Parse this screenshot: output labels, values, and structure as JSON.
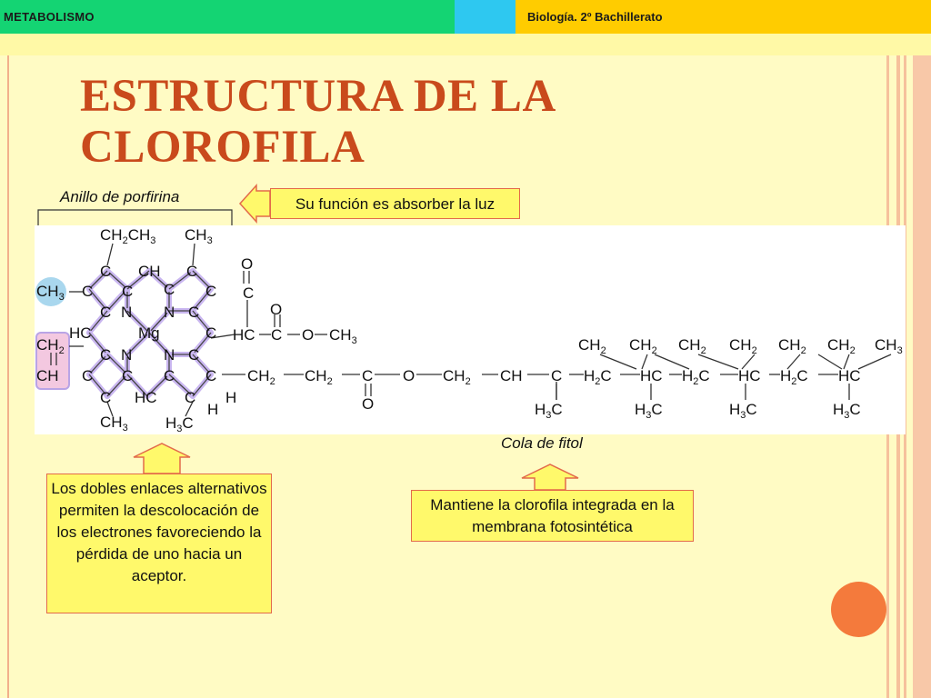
{
  "header": {
    "left_label": "METABOLISMO",
    "right_label": "Biología. 2º Bachillerato"
  },
  "slide": {
    "title": "ESTRUCTURA DE LA CLOROFILA"
  },
  "labels": {
    "porfirina": "Anillo de porfirina",
    "cola": "Cola de fitol"
  },
  "callouts": {
    "luz": "Su función es absorber la luz",
    "dobles": "Los dobles enlaces alternativos permiten la descolocación de los electrones favoreciendo la pérdida de uno hacia un aceptor.",
    "mantiene": "Mantiene la clorofila integrada en la membrana fotosintética"
  },
  "molecule": {
    "center_atom": "Mg",
    "carbon": "C",
    "nitrogen": "N",
    "oxygen": "O",
    "hydrogen": "H",
    "ch": "CH",
    "hc": "HC",
    "ch2": "CH",
    "ch3": "CH",
    "h2c": "H",
    "h3c": "H",
    "sub2": "2",
    "sub3": "3"
  },
  "colors": {
    "title": "#c94a1c",
    "callout_fill": "#fff96b",
    "callout_border": "#e36a4a",
    "bond_glow": "#c9b6f0",
    "header_green": "#14d473",
    "header_cyan": "#2ec8f0",
    "header_yellow": "#ffcc00"
  }
}
